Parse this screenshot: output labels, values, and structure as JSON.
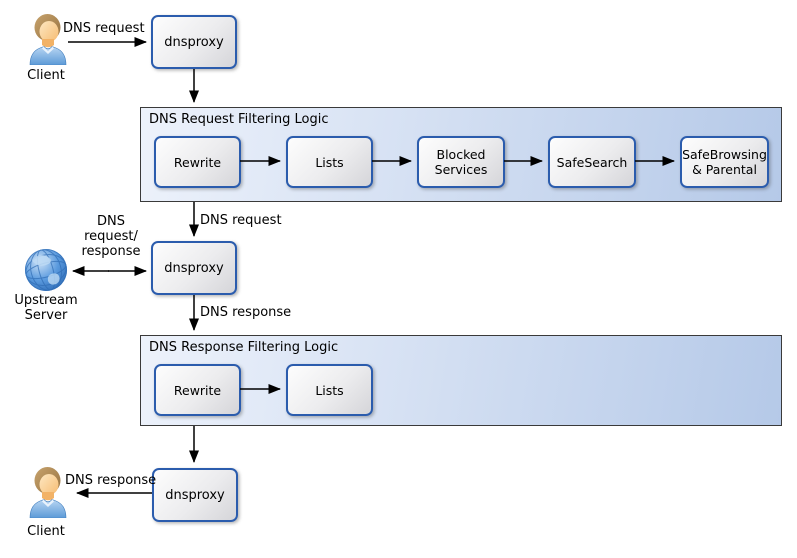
{
  "diagram": {
    "colors": {
      "background": "#ffffff",
      "text": "#000000",
      "arrow": "#000000",
      "node_border": "#2b5cad",
      "node_fill_a": "#fdfdfd",
      "node_fill_b": "#d5d5d9",
      "container_border": "#3a3a3a",
      "container_fill_a": "#edf2fb",
      "container_fill_b": "#b5c9e8"
    },
    "nodes": {
      "client_top_label": "Client",
      "client_bottom_label": "Client",
      "upstream_label": "Upstream\nServer",
      "dnsproxy_top": "dnsproxy",
      "dnsproxy_middle": "dnsproxy",
      "dnsproxy_bottom": "dnsproxy"
    },
    "containers": [
      {
        "title": "DNS Request Filtering Logic",
        "steps": [
          "Rewrite",
          "Lists",
          "Blocked Services",
          "SafeSearch",
          "SafeBrowsing & Parental"
        ]
      },
      {
        "title": "DNS Response Filtering Logic",
        "steps": [
          "Rewrite",
          "Lists"
        ]
      }
    ],
    "edge_labels": {
      "client_request": "DNS request",
      "filtered_request": "DNS request",
      "upstream_exchange": "DNS\nrequest/\nresponse",
      "upstream_response": "DNS response",
      "client_response": "DNS response"
    }
  }
}
